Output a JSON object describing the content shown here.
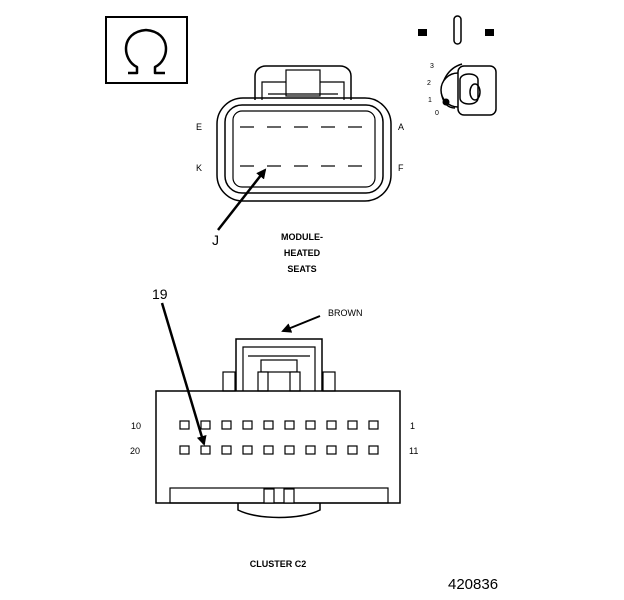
{
  "connector1": {
    "title_line1": "MODULE-",
    "title_line2": "HEATED",
    "title_line3": "SEATS",
    "pin_top_left": "E",
    "pin_top_right": "A",
    "pin_bottom_left": "K",
    "pin_bottom_right": "F",
    "callout_pin": "J"
  },
  "ignition": {
    "positions": [
      "3",
      "2",
      "1",
      "0"
    ]
  },
  "connector2": {
    "title": "CLUSTER C2",
    "color_label": "BROWN",
    "pin_top_left": "10",
    "pin_top_right": "1",
    "pin_bottom_left": "20",
    "pin_bottom_right": "11",
    "callout_pin": "19"
  },
  "figure_number": "420836",
  "icons": {
    "omega": "omega-resistance-icon",
    "key": "ignition-key-icon"
  }
}
